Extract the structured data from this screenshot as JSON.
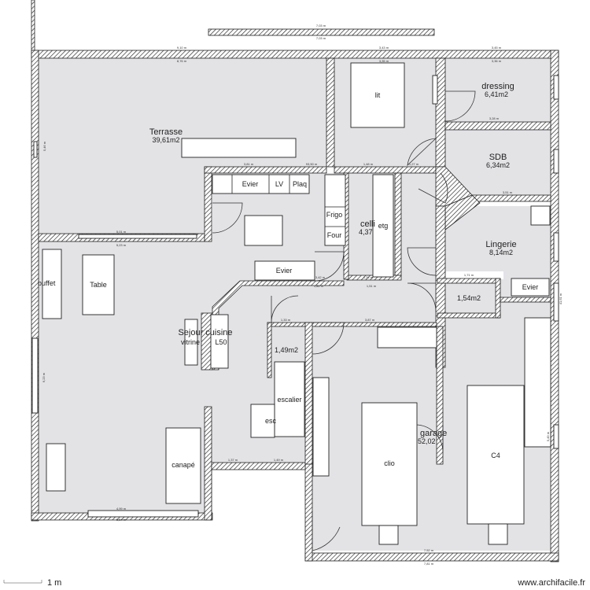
{
  "rooms": [
    {
      "name": "Terrasse",
      "area": "39,61m2"
    },
    {
      "name": "dressing",
      "area": "6,41m2"
    },
    {
      "name": "SDB",
      "area": "6,34m2"
    },
    {
      "name": "Lingerie",
      "area": "8,14m2"
    },
    {
      "name": "celli",
      "area": "4,37"
    },
    {
      "name": "",
      "area": "1,54m2"
    },
    {
      "name": "",
      "area": "1,49m2"
    },
    {
      "name": "Sejour cuisine",
      "area": ""
    },
    {
      "name": "garage",
      "area": "52,02"
    }
  ],
  "furniture": {
    "lit": "lit",
    "evier_kitchen": "Evier",
    "lv": "LV",
    "plaq": "Plaq",
    "frigo": "Frigo",
    "four": "Four",
    "etg": "etg",
    "evier_island": "Evier",
    "evier_lingerie": "Evier",
    "buffet": "buffet",
    "table": "Table",
    "vitrine": "vitrine",
    "l50": "L50",
    "escalier": "escalier",
    "esc": "esc",
    "canape": "canapé",
    "clio": "clio",
    "c4": "C4"
  },
  "dimensions": {
    "top_bar": "7,03 m",
    "top_bar_under": "7,03 m",
    "terrasse_top": "9,10 m",
    "terrasse_top_inner": "8,76 m",
    "lit_top": "3,43 m",
    "lit_top_inner": "3,35 m",
    "dressing_top": "3,45 m",
    "dressing_top_inner": "3,36 m",
    "terrasse_bottom": "5,01 m",
    "terrasse_bottom_inner": "5,23 m",
    "terrasse_left": "5,46 m",
    "kitchen_top": "3,81 m",
    "kitchen_top_right": "93,50 m",
    "lit_bottom": "1,48 m",
    "lit_bottom_right": "1,27 m",
    "sdb_top": "3,28 m",
    "sdb_bottom": "3,51 m",
    "lingerie_top": "1,71 m",
    "cellier_bottom": "1,34 m",
    "cellier_bottom2": "1,51 m",
    "evier_bottom": "3,42 m",
    "evier_bottom2": "1,80 m",
    "hall_top": "1,33 m",
    "hall_top2": "3,87 m",
    "sejour_bottom": "4,99 m",
    "sejour_bottom2": "5,54 m",
    "sejour_left": "6,23 m",
    "stair_bottom": "1,37 m",
    "stair_bottom2": "1,49 m",
    "garage_bottom": "7,52 m",
    "garage_bottom2": "7,81 m",
    "garage_right": "5,49 m",
    "garage_right2": "41,61 m"
  },
  "footer": {
    "scale": "1 m",
    "credit": "www.archifacile.fr"
  }
}
